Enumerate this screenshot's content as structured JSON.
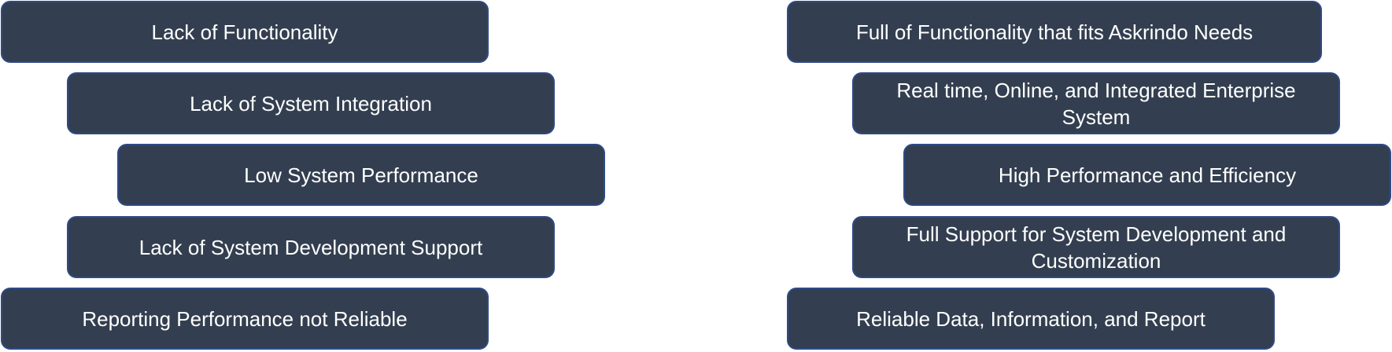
{
  "current_state": {
    "title": "Current",
    "items": [
      "Lack of Functionality",
      "Lack of System Integration",
      "Low System Performance",
      "Lack of System Development Support",
      "Reporting Performance not Reliable"
    ]
  },
  "target_state": {
    "title": "Target",
    "items": [
      "Full of Functionality that fits Askrindo Needs",
      "Real time, Online, and Integrated Enterprise System",
      "High Performance and Efficiency",
      "Full Support for System Development and Customization",
      "Reliable Data, Information, and Report"
    ]
  },
  "colors": {
    "box_fill": "#333f50",
    "box_border": "#2f4a86",
    "text": "#ffffff"
  }
}
